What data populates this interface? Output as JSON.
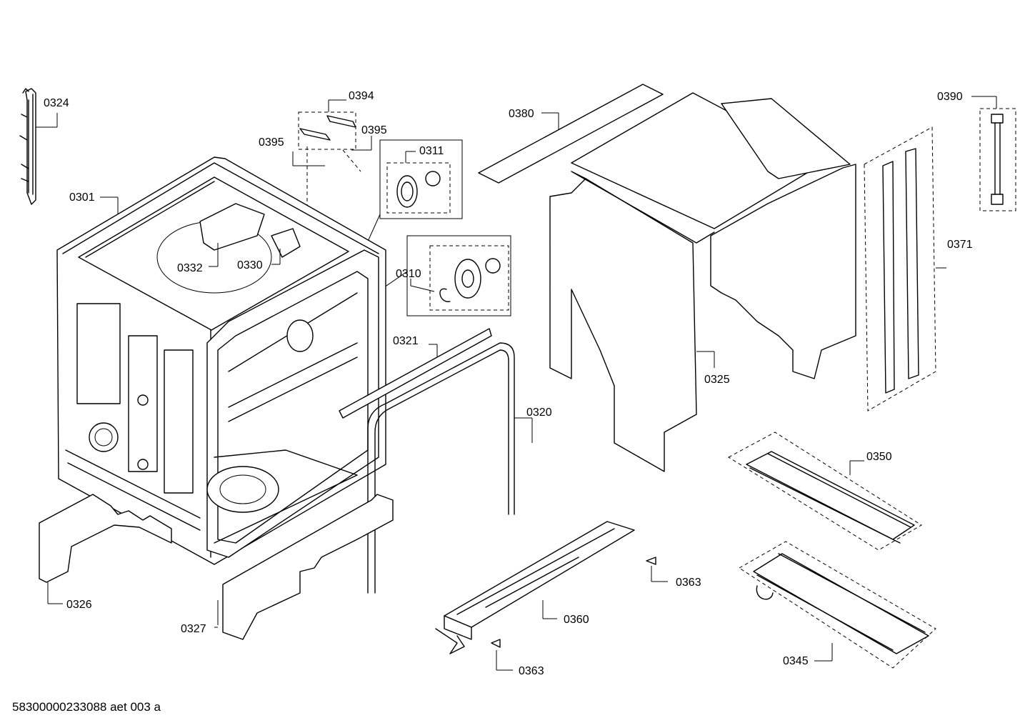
{
  "document_code": "58300000233088 aet 003 a",
  "parts": {
    "p0324": "0324",
    "p0394": "0394",
    "p0395a": "0395",
    "p0395b": "0395",
    "p0311": "0311",
    "p0380": "0380",
    "p0390": "0390",
    "p0301": "0301",
    "p0332": "0332",
    "p0330": "0330",
    "p0310": "0310",
    "p0371": "0371",
    "p0321": "0321",
    "p0325": "0325",
    "p0320": "0320",
    "p0350": "0350",
    "p0363a": "0363",
    "p0326": "0326",
    "p0360": "0360",
    "p0327": "0327",
    "p0345": "0345",
    "p0363b": "0363"
  }
}
